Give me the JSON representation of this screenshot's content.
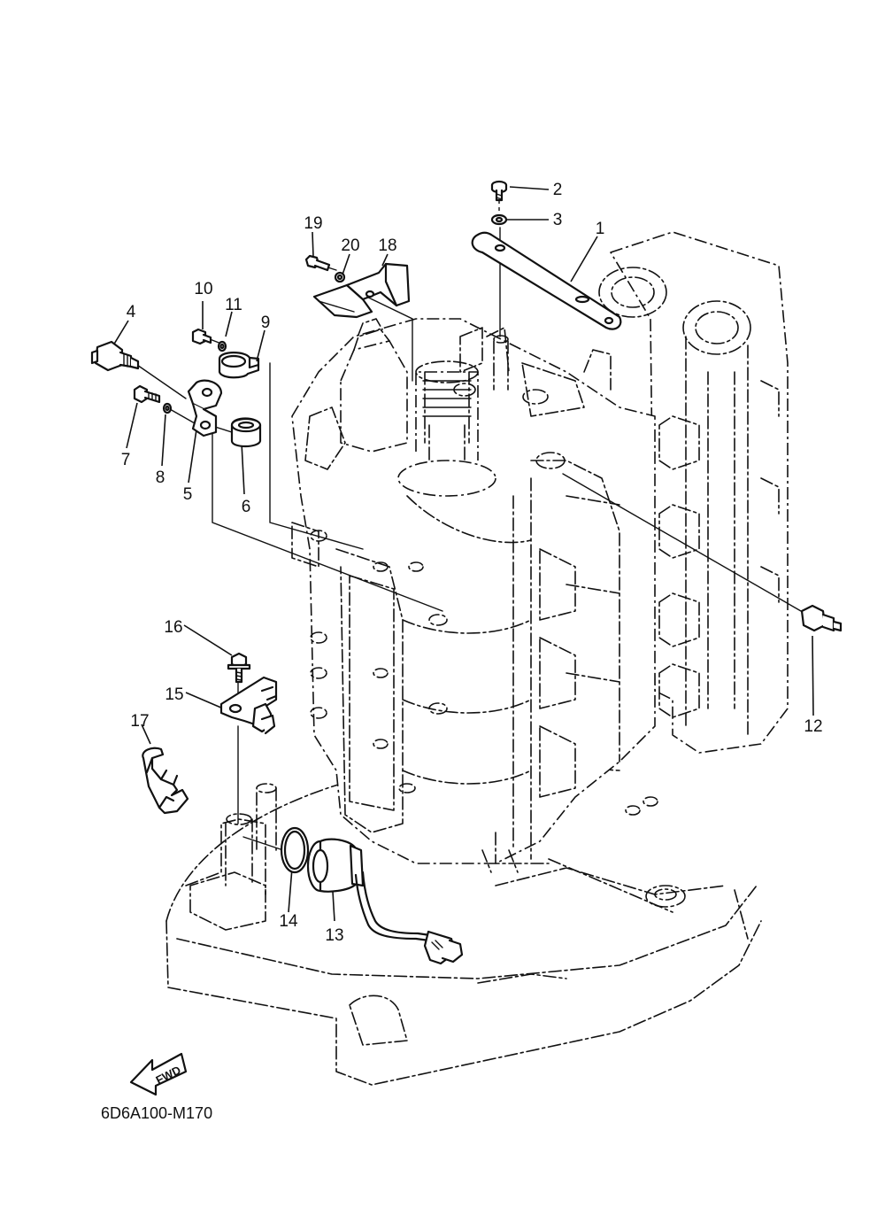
{
  "callouts": {
    "c1": "1",
    "c2": "2",
    "c3": "3",
    "c4": "4",
    "c5": "5",
    "c6": "6",
    "c7": "7",
    "c8": "8",
    "c9": "9",
    "c10": "10",
    "c11": "11",
    "c12": "12",
    "c13": "13",
    "c14": "14",
    "c15": "15",
    "c16": "16",
    "c17": "17",
    "c18": "18",
    "c19": "19",
    "c20": "20"
  },
  "direction_label": "FWD",
  "diagram_code": "6D6A100-M170"
}
